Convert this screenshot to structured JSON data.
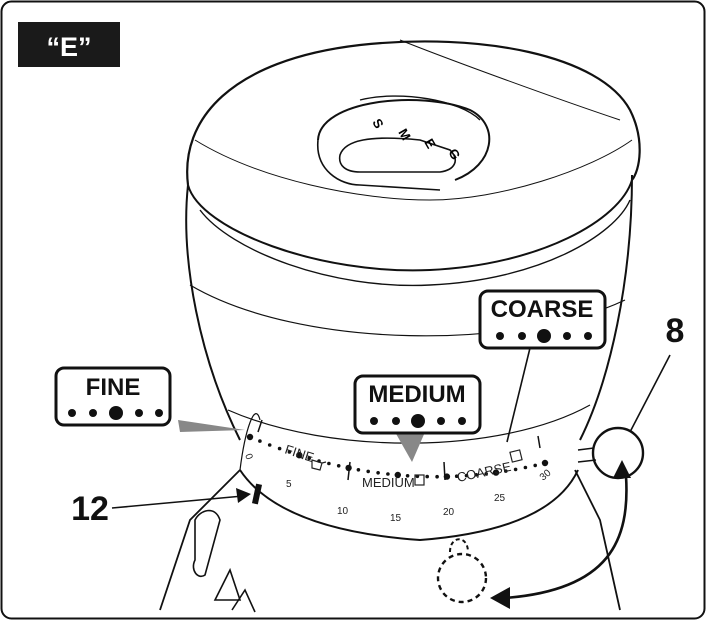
{
  "figure": {
    "label": "“E”",
    "brand_letters": [
      "S",
      "M",
      "E",
      "G"
    ]
  },
  "callouts": {
    "fine": {
      "title": "FINE"
    },
    "medium": {
      "title": "MEDIUM"
    },
    "coarse": {
      "title": "COARSE"
    },
    "num_8": "8",
    "num_12": "12"
  },
  "dial": {
    "zone_labels": [
      "FINE",
      "MEDIUM",
      "COARSE"
    ],
    "ticks": [
      "0",
      "5",
      "10",
      "15",
      "20",
      "25",
      "30"
    ]
  }
}
